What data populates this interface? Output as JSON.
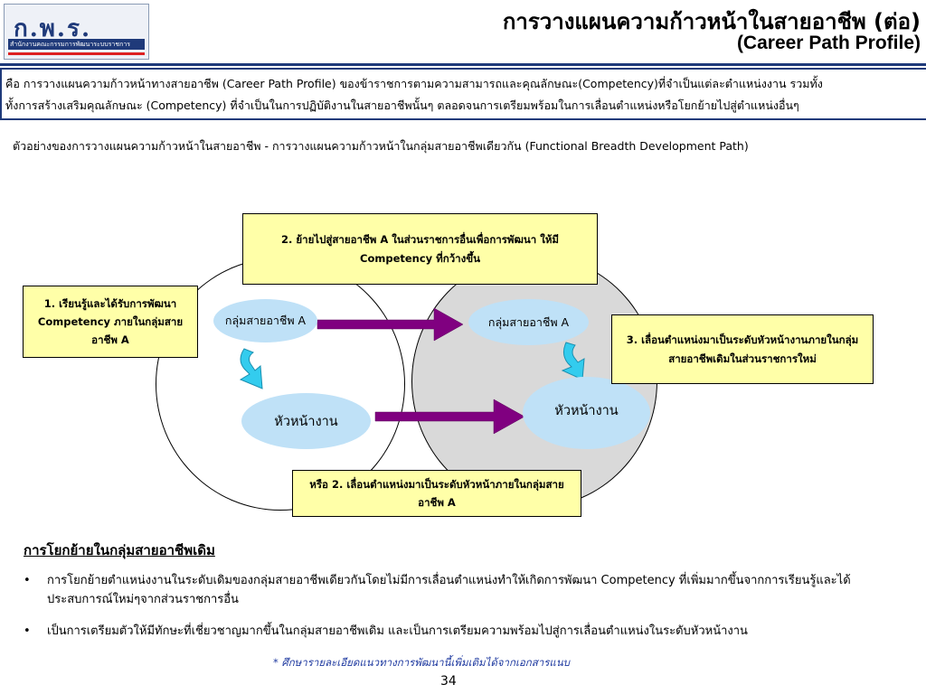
{
  "header": {
    "logo_text": "ก.พ.ร.",
    "logo_subtext": "สำนักงานคณะกรรมการพัฒนาระบบราชการ",
    "title_line1": "การวางแผนความก้าวหน้าในสายอาชีพ (ต่อ)",
    "title_line2": "(Career Path Profile)"
  },
  "definition": {
    "line1": "คือ การวางแผนความก้าวหน้าทางสายอาชีพ (Career Path Profile) ของข้าราชการตามความสามารถและคุณลักษณะ(Competency)ที่จำเป็นแต่ละตำแหน่งงาน รวมทั้ง",
    "line2": "ทั้งการสร้างเสริมคุณลักษณะ (Competency) ที่จำเป็นในการปฏิบัติงานในสายอาชีพนั้นๆ ตลอดจนการเตรียมพร้อมในการเลื่อนตำแหน่งหรือโยกย้ายไปสู่ตำแหน่งอื่นๆ"
  },
  "example_caption": "ตัวอย่างของการวางแผนความก้าวหน้าในสายอาชีพ - การวางแผนความก้าวหน้าในกลุ่มสายอาชีพเดียวกัน (Functional Breadth Development Path)",
  "diagram": {
    "box_top": "2. ย้ายไปสู่สายอาชีพ A ในส่วนราชการอื่นเพื่อการพัฒนา ให้มี Competency ที่กว้างขึ้น",
    "box_left": "1. เรียนรู้และได้รับการพัฒนา Competency ภายในกลุ่มสายอาชีพ A",
    "box_right": "3. เลื่อนตำแหน่งมาเป็นระดับหัวหน้างานภายในกลุ่มสายอาชีพเดิมในส่วนราชการใหม่",
    "box_bottom": "หรือ   2. เลื่อนตำแหน่งมาเป็นระดับหัวหน้าภายในกลุ่มสายอาชีพ A",
    "oval_left_top": "กลุ่มสายอาชีพ A",
    "oval_right_top": "กลุ่มสายอาชีพ A",
    "oval_left_bottom": "หัวหน้างาน",
    "oval_right_bottom": "หัวหน้างาน",
    "colors": {
      "oval": "#bfe1f7",
      "box": "#ffffa8",
      "arrow_purple": "#800080",
      "arrow_cyan": "#33ccee",
      "right_circle": "#d9d9d9"
    }
  },
  "section": {
    "title": "การโยกย้ายในกลุ่มสายอาชีพเดิม",
    "bullets": [
      "การโยกย้ายตำแหน่งงานในระดับเดิมของกลุ่มสายอาชีพเดียวกันโดยไม่มีการเลื่อนตำแหน่งทำให้เกิดการพัฒนา Competency ที่เพิ่มมากขึ้นจากการเรียนรู้และได้ประสบการณ์ใหม่ๆจากส่วนราชการอื่น",
      "เป็นการเตรียมตัวให้มีทักษะที่เชี่ยวชาญมากขึ้นในกลุ่มสายอาชีพเดิม และเป็นการเตรียมความพร้อมไปสู่การเลื่อนตำแหน่งในระดับหัวหน้างาน"
    ]
  },
  "footnote": "* ศึกษารายละเอียดแนวทางการพัฒนานี้เพิ่มเติมได้จากเอกสารแนบ",
  "page_number": "34"
}
